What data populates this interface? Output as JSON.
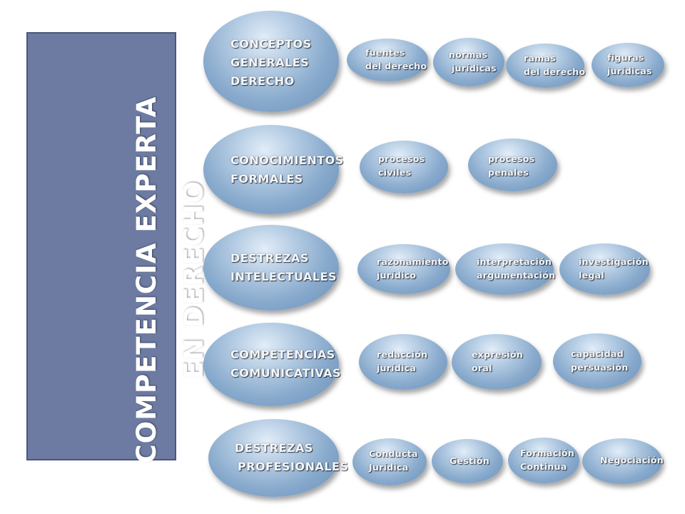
{
  "title": {
    "line1": "COMPETENCIA  EXPERTA",
    "line2": "EN DERECHO"
  },
  "categories": [
    {
      "lines": [
        "CONCEPTOS",
        "GENERALES",
        "DERECHO"
      ],
      "items": [
        {
          "lines": [
            "fuentes",
            "del derecho"
          ]
        },
        {
          "lines": [
            "normas",
            "jurídicas"
          ]
        },
        {
          "lines": [
            "ramas",
            "del derecho"
          ]
        },
        {
          "lines": [
            "figuras",
            "jurídicas"
          ]
        }
      ]
    },
    {
      "lines": [
        "CONOCIMIENTOS",
        "FORMALES"
      ],
      "items": [
        {
          "lines": [
            "procesos",
            "civiles"
          ]
        },
        {
          "lines": [
            "procesos",
            "penales"
          ]
        }
      ]
    },
    {
      "lines": [
        "DESTREZAS",
        "INTELECTUALES"
      ],
      "items": [
        {
          "lines": [
            "razonamiento",
            "jurídico"
          ]
        },
        {
          "lines": [
            "interpretación",
            "argumentación"
          ]
        },
        {
          "lines": [
            "investigación",
            "legal"
          ]
        }
      ]
    },
    {
      "lines": [
        "COMPETENCIAS",
        "COMUNICATIVAS"
      ],
      "items": [
        {
          "lines": [
            "redacción",
            "jurídica"
          ]
        },
        {
          "lines": [
            "expresión",
            "oral"
          ]
        },
        {
          "lines": [
            "capacidad",
            "persuasión"
          ]
        }
      ]
    },
    {
      "lines": [
        "DESTREZAS",
        "PROFESIONALES"
      ],
      "items": [
        {
          "lines": [
            "Conducta",
            "Jurídica"
          ]
        },
        {
          "lines": [
            "Gestión"
          ]
        },
        {
          "lines": [
            "Formación",
            "Continua"
          ]
        },
        {
          "lines": [
            "Negociación"
          ]
        }
      ]
    }
  ]
}
